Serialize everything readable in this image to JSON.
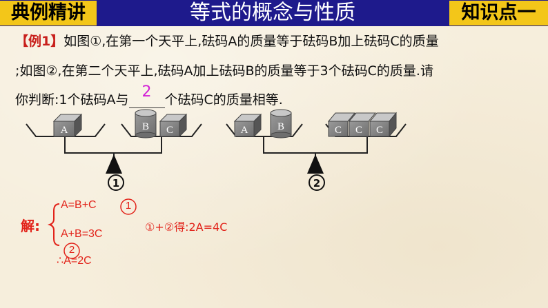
{
  "header": {
    "left_label": "典例精讲",
    "title": "等式的概念与性质",
    "right_label": "知识点一"
  },
  "problem": {
    "tag": "【例1】",
    "line1": "如图①,在第一个天平上,砝码A的质量等于砝码B加上砝码C的质量",
    "line2": ";如图②,在第二个天平上,砝码A加上砝码B的质量等于3个砝码C的质量.请",
    "line3_before": "你判断:1个砝码A与",
    "answer": "2",
    "line3_after": "个砝码C的质量相等."
  },
  "figure1": {
    "left_pan": [
      "A"
    ],
    "right_pan": [
      "B",
      "C"
    ],
    "label": "①"
  },
  "figure2": {
    "left_pan": [
      "A",
      "B"
    ],
    "right_pan": [
      "C",
      "C",
      "C"
    ],
    "label": "②"
  },
  "solution": {
    "label": "解:",
    "eq1": "A=B+C",
    "eq1_tag": "①",
    "eq2": "A+B=3C",
    "eq2_tag": "②",
    "combine": "①+②得:2A=4C",
    "therefore": "∴",
    "result": "A=2C"
  },
  "colors": {
    "header_blue": "#1e1a8c",
    "header_yellow": "#f3c619",
    "red": "#e2231a",
    "answer_magenta": "#d21fd6"
  }
}
